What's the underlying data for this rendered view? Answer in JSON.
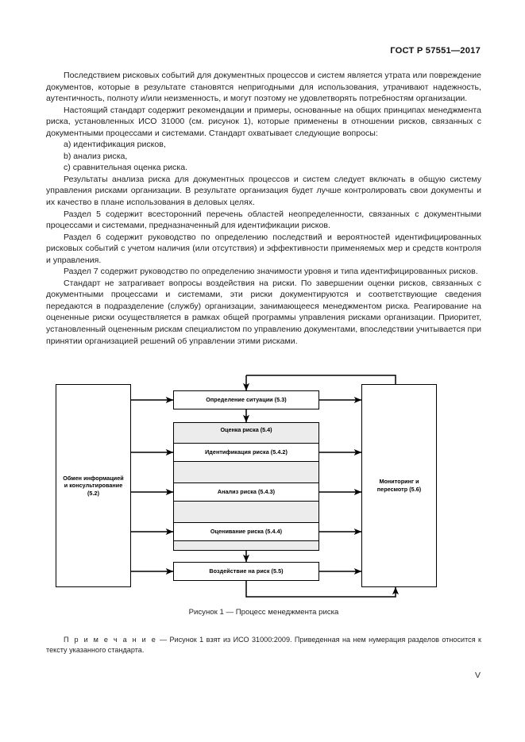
{
  "document": {
    "standard_header": "ГОСТ Р 57551—2017",
    "page_number": "V"
  },
  "body": {
    "paragraphs": [
      "Последствием рисковых событий для документных процессов и систем является утрата или повреждение документов, которые в результате становятся непригодными для использования, утрачивают надежность, аутентичность, полноту и/или неизменность, и могут поэтому не удовлетворять потребностям организации.",
      "Настоящий стандарт содержит рекомендации и примеры, основанные на общих принципах менеджмента риска, установленных ИСО 31000 (см. рисунок 1), которые применены в отношении рисков, связанных с документными процессами и системами. Стандарт охватывает следующие вопросы:"
    ],
    "list_items": [
      "a) идентификация рисков,",
      "b) анализ риска,",
      "c) сравнительная оценка риска."
    ],
    "paragraphs_after_list": [
      "Результаты анализа риска для документных процессов и систем следует включать в общую систему управления рисками организации. В результате организация будет лучше контролировать свои документы и их качество в плане использования в деловых целях.",
      "Раздел 5 содержит всесторонний перечень областей неопределенности, связанных с документными процессами и системами, предназначенный для идентификации рисков.",
      "Раздел 6 содержит руководство по определению последствий и вероятностей идентифицированных рисковых событий с учетом наличия (или отсутствия) и эффективности применяемых мер и средств контроля и управления.",
      "Раздел 7 содержит руководство по определению значимости уровня и типа идентифицированных рисков.",
      "Стандарт не затрагивает вопросы воздействия на риски. По завершении оценки рисков, связанных с документными процессами и системами, эти риски документируются и соответствующие сведения передаются в подразделение (службу) организации, занимающееся менеджментом риска. Реагирование на оцененные риски осуществляется в рамках общей программы управления рисками организации. Приоритет, установленный оцененным рискам специалистом по управлению документами, впоследствии учитывается при принятии организацией решений об управлении этими рисками."
    ]
  },
  "figure": {
    "caption": "Рисунок 1 — Процесс менеджмента риска",
    "note_lead": "П р и м е ч а н и е",
    "note_text": " — Рисунок 1 взят из ИСО 31000:2009. Приведенная на нем нумерация разделов относится к тексту указанного стандарта.",
    "nodes": {
      "left_box": "Обмен информацией и консультирование (5.2)",
      "right_box": "Мониторинг и пересмотр (5.6)",
      "establish_context": "Определение ситуации (5.3)",
      "assessment_band": "Оценка риска (5.4)",
      "risk_identification": "Идентификация риска (5.4.2)",
      "risk_analysis": "Анализ риска (5.4.3)",
      "risk_evaluation": "Оценивание риска (5.4.4)",
      "risk_treatment": "Воздействие на риск (5.5)"
    },
    "colors": {
      "line": "#000000",
      "band_fill": "#ececec",
      "node_fill": "#ffffff"
    }
  }
}
